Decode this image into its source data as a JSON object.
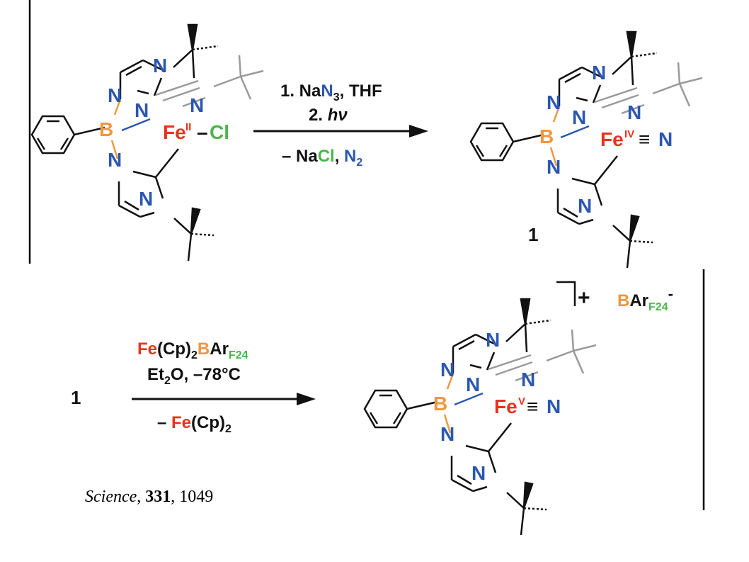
{
  "colors": {
    "nitrogen": "#2b57b0",
    "boron": "#ef9740",
    "iron": "#e8331f",
    "chlorine": "#49b649",
    "bond": "#111111",
    "grey_bond": "#9a9a9a",
    "text": "#111111"
  },
  "atoms": {
    "N": "N",
    "B": "B",
    "Fe": "Fe",
    "Cl": "Cl"
  },
  "reaction1": {
    "step1": "1. Na",
    "step1_n": "N",
    "step1_sub": "3",
    "step1_tail": ", THF",
    "step2": "2. ",
    "step2_italic": "hν",
    "byproduct_minus": "– Na",
    "byproduct_cl": "Cl",
    "byproduct_sep": ", ",
    "byproduct_n": "N",
    "byproduct_sub": "2",
    "reactant_fe_ox": "II",
    "reactant_bond": "–",
    "product_fe_ox": "IV",
    "product_triple": "≡",
    "product_label": "1"
  },
  "reaction2": {
    "reactant_label": "1",
    "oxidant_fe": "Fe",
    "oxidant_cp": "(Cp)",
    "oxidant_cp_sub": "2",
    "oxidant_b": "B",
    "oxidant_ar": "Ar",
    "oxidant_f": "F24",
    "solvent": "Et",
    "solvent_sub": "2",
    "solvent_tail": "O, –78°C",
    "byproduct_minus": "– ",
    "byproduct_fe": "Fe",
    "byproduct_cp": "(Cp)",
    "byproduct_sub": "2",
    "product_fe_ox": "V",
    "product_triple": "≡",
    "charge": "+",
    "counter_b": "B",
    "counter_ar": "Ar",
    "counter_f": "F24",
    "counter_charge": "-"
  },
  "citation": {
    "journal": "Science",
    "sep1": ", ",
    "volume": "331",
    "sep2": ", ",
    "page": "1049"
  }
}
